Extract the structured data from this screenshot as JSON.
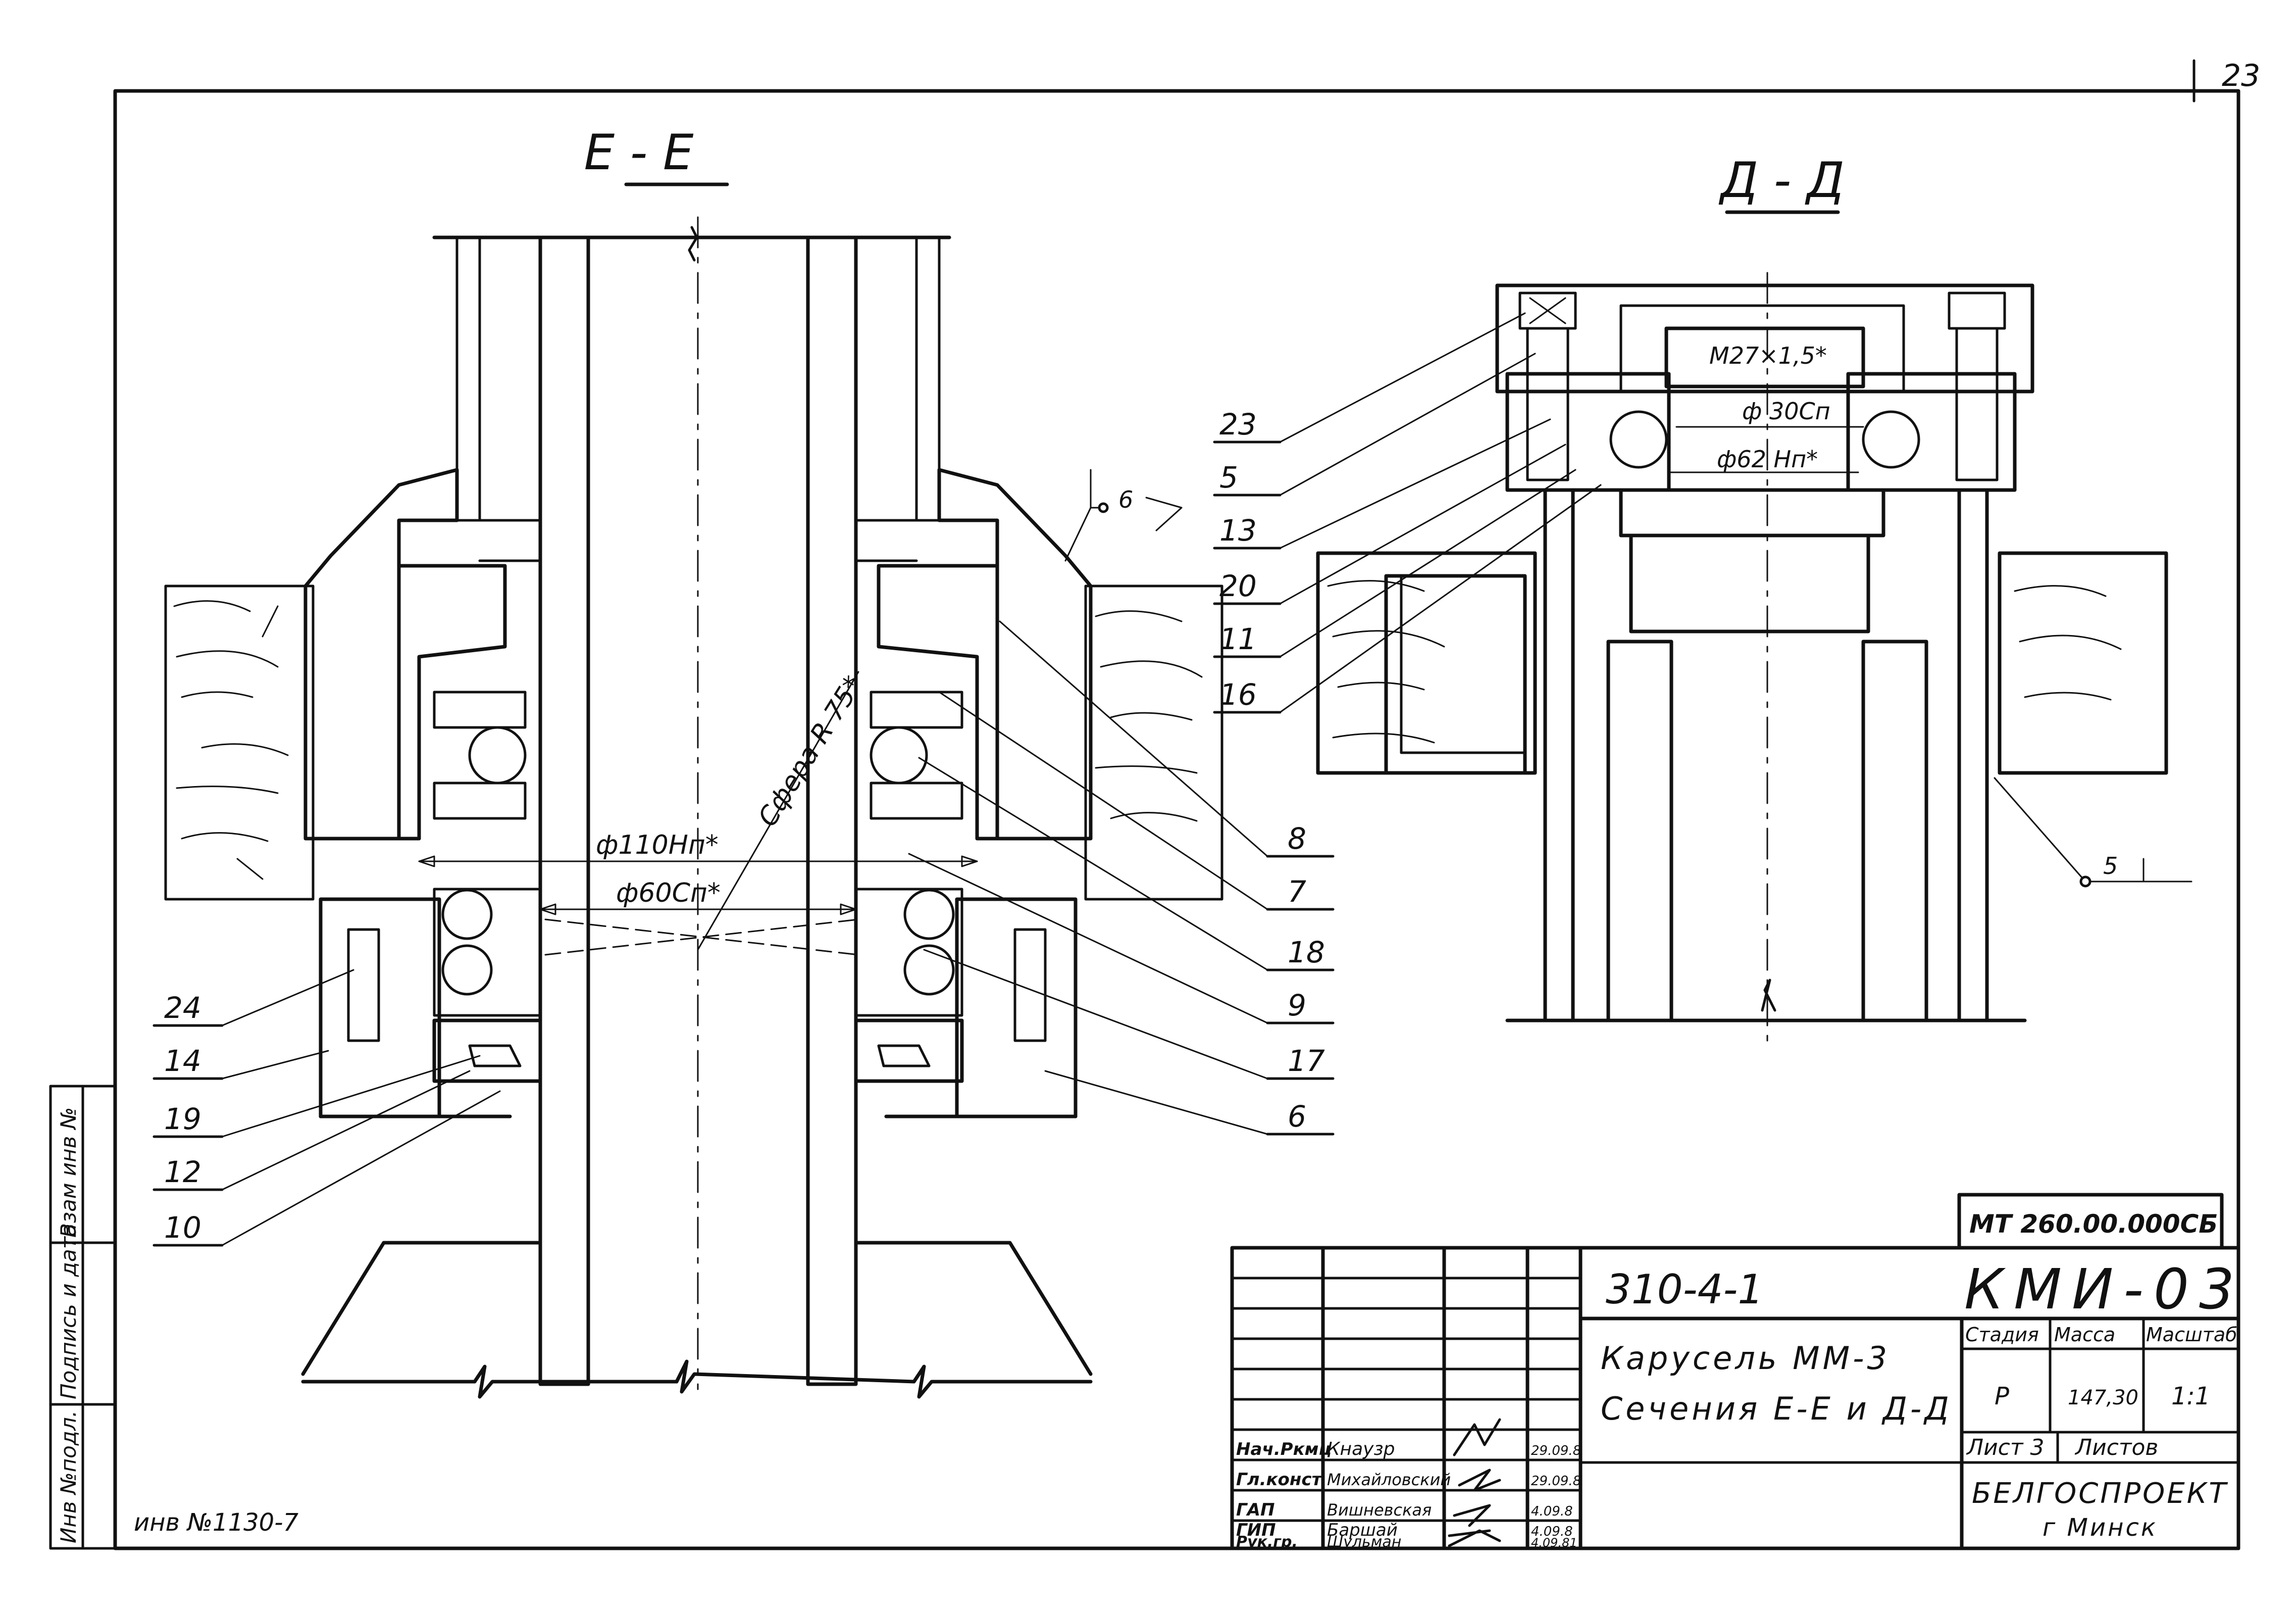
{
  "page_number": "23",
  "views": {
    "left_title": "Е - Е",
    "right_title": "Д - Д"
  },
  "dimensions": {
    "d110": "ф110Нп*",
    "d60": "ф60Сп*",
    "sphere": "Сфера R 75*",
    "thread": "М27×1,5*",
    "d30": "ф 30Сп",
    "d62": "ф62 Нп*"
  },
  "welds": {
    "top": "6",
    "right": "5"
  },
  "callouts_left": [
    "24",
    "14",
    "19",
    "12",
    "10"
  ],
  "callouts_middle": [
    "8",
    "7",
    "18",
    "9",
    "17",
    "6"
  ],
  "callouts_right": [
    "23",
    "5",
    "13",
    "20",
    "11",
    "16"
  ],
  "inventory": "инв №1130-7",
  "side_stamp": [
    "Инв №подл.",
    "Подпись и дата",
    "Взам инв №"
  ],
  "title_block": {
    "doc_code": "МТ 260.00.000СБ",
    "project": "310-4-1",
    "mark": "КМИ-03",
    "title_line1": "Карусель ММ-3",
    "title_line2": "Сечения Е-Е и Д-Д",
    "col_stage": "Стадия",
    "col_mass": "Масса",
    "col_scale": "Масштаб",
    "stage": "Р",
    "mass": "147,30",
    "scale": "1:1",
    "sheet_label": "Лист 3",
    "sheets_label": "Листов",
    "org": "БЕЛГОСПРОЕКТ",
    "city": "г Минск",
    "people": [
      {
        "role": "Нач.Ркмц",
        "name": "Кнаузр",
        "date": "29.09.8"
      },
      {
        "role": "Гл.конст",
        "name": "Михайловский",
        "date": "29.09.8"
      },
      {
        "role": "ГАП",
        "name": "Вишневская",
        "date": "4.09.8"
      },
      {
        "role": "ГИП",
        "name": "Баршай",
        "date": "4.09.8"
      },
      {
        "role": "Рук.гр.",
        "name": "Шульман",
        "date": "4.09.81"
      }
    ]
  }
}
